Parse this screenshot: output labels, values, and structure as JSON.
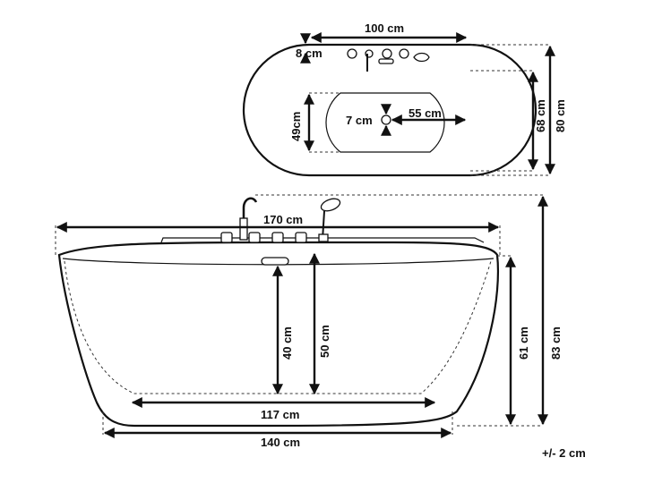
{
  "top_view": {
    "length_label": "100 cm",
    "rim_label": "8 cm",
    "drain_label": "7 cm",
    "basin_half_label": "55 cm",
    "basin_width_label": "49cm",
    "inner_width_label": "68 cm",
    "outer_width_label": "80 cm"
  },
  "side_view": {
    "overall_length_label": "170 cm",
    "inner_depth_label": "40 cm",
    "spout_height_label": "50 cm",
    "bottom_inner_label": "117 cm",
    "base_length_label": "140 cm",
    "rim_height_label": "61 cm",
    "total_height_label": "83 cm"
  },
  "tolerance_label": "+/- 2 cm",
  "colors": {
    "line": "#111111",
    "background": "#ffffff"
  }
}
